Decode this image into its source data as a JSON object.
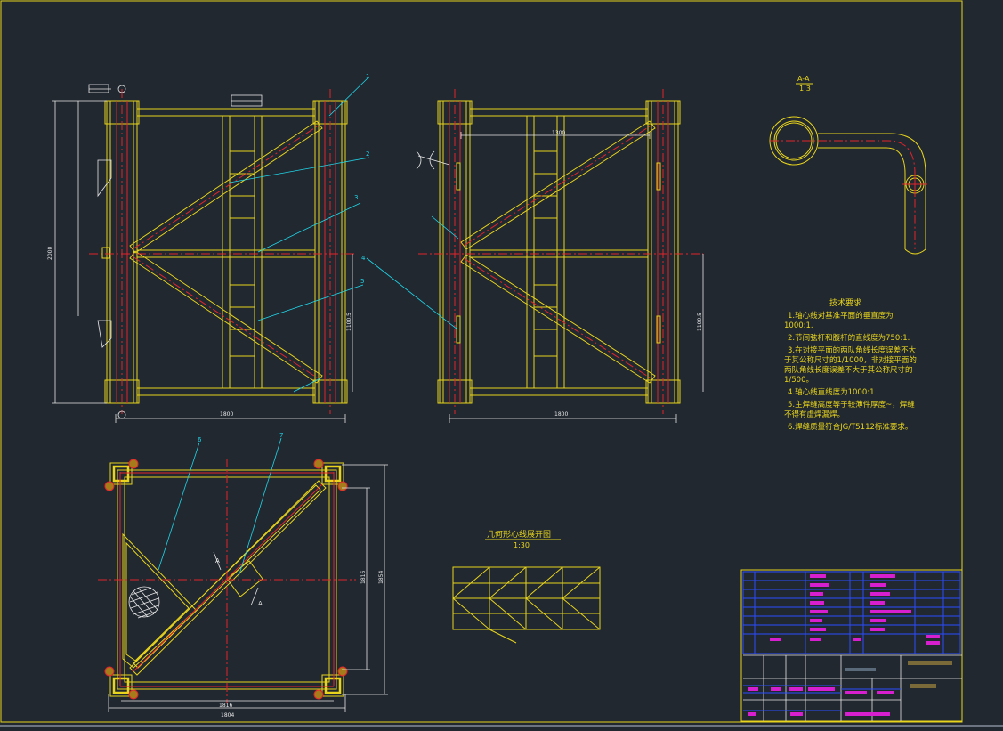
{
  "section_view": {
    "title": "A-A",
    "scale": "1:3"
  },
  "geometry_view": {
    "title": "几何形心线展开图",
    "scale": "1:30"
  },
  "tech_requirements": {
    "title": "技术要求",
    "lines": [
      "1.轴心线对基准平面的垂直度为",
      "1000:1.",
      "2.节间弦杆和腹杆的直线度为750:1.",
      "3.在对接平面的两队角线长度误差不大",
      "于其公称尺寸的1/1000，非对接平面的",
      "两队角线长度误差不大于其公称尺寸的",
      "1/500。",
      "4.轴心线直线度为1000:1",
      "5.主焊缝高度等于较薄件厚度~，焊缝",
      "不得有虚焊漏焊。",
      "6.焊缝质量符合JG/T5112标准要求。"
    ]
  },
  "callouts": [
    "1",
    "2",
    "3",
    "4",
    "5",
    "6",
    "7"
  ],
  "section_label": "A",
  "dimensions": {
    "front_width": "1800",
    "side_width": "1800",
    "front_height": "2000",
    "front_half": "1100.5",
    "side_half": "1100.5",
    "plan_a": "1816",
    "plan_b": "1804",
    "plan_c": "1816",
    "plan_d": "1854",
    "top_span": "1300"
  }
}
